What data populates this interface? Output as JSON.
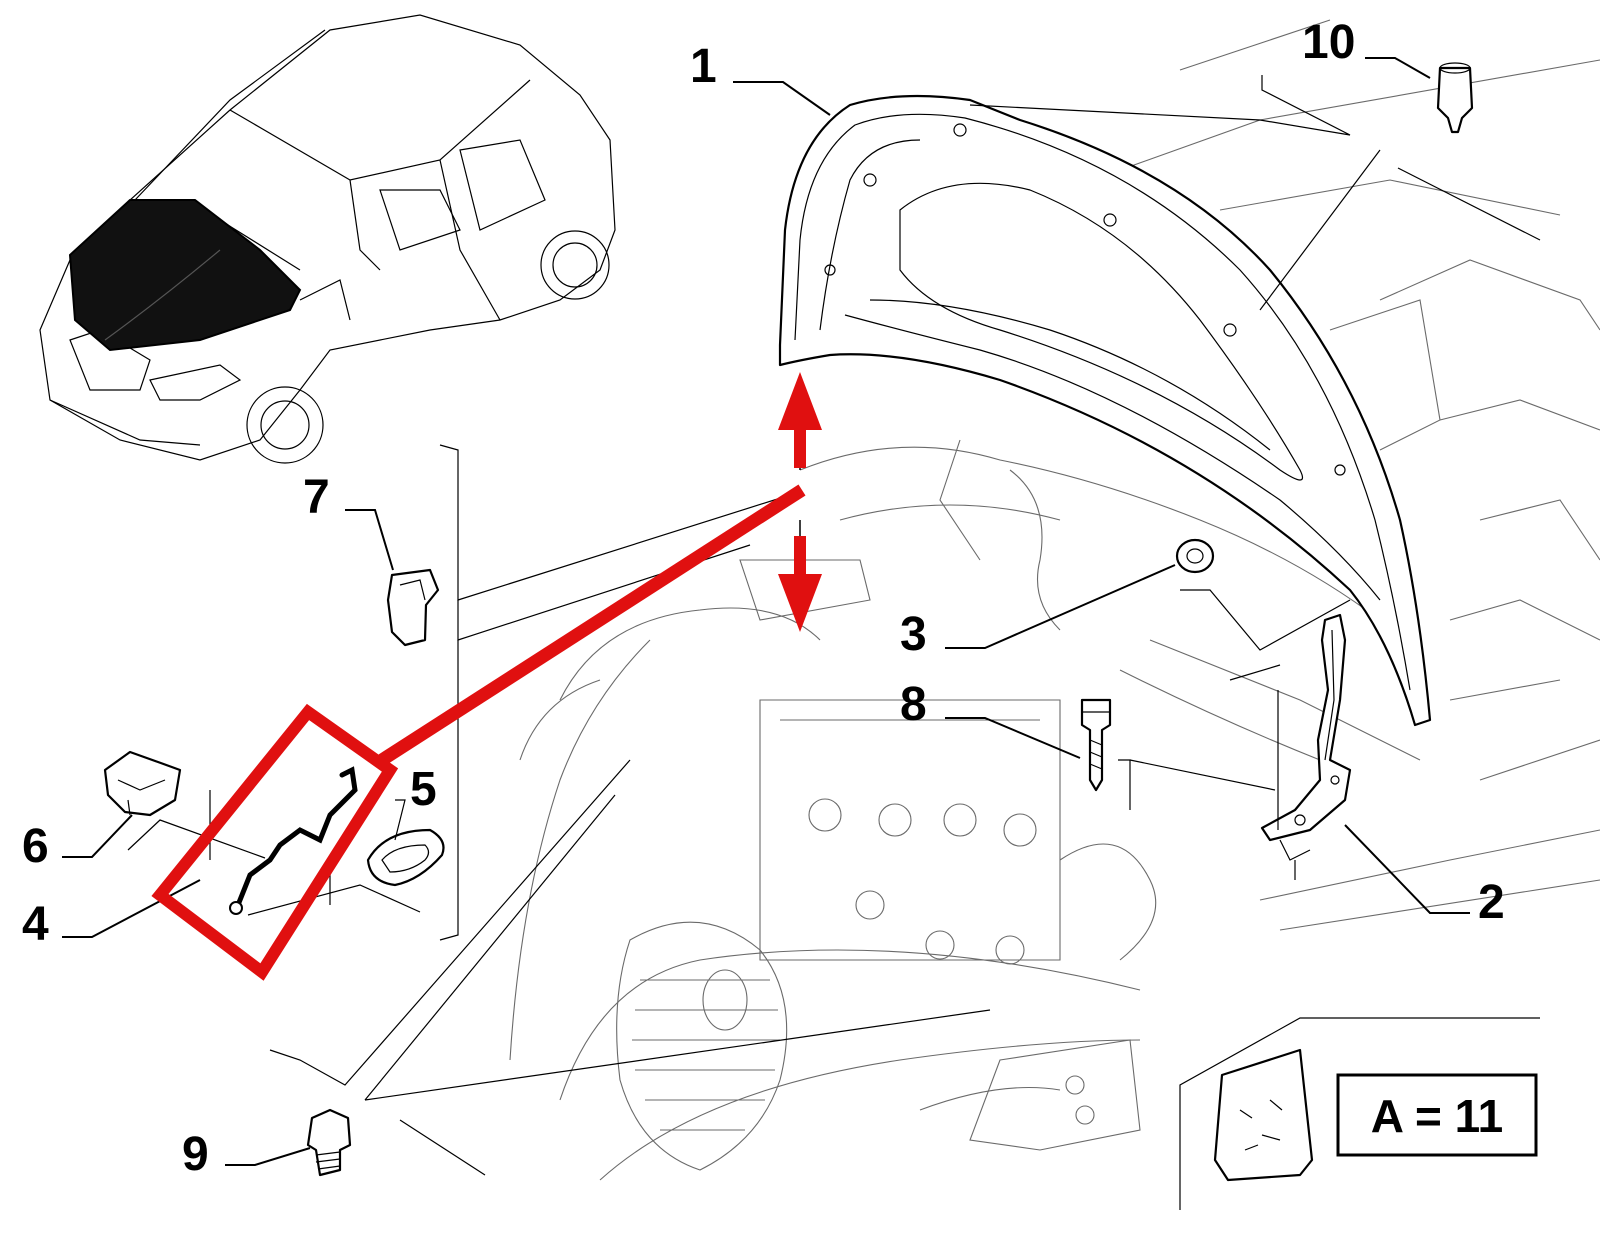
{
  "callouts": {
    "c1": "1",
    "c2": "2",
    "c3": "3",
    "c4": "4",
    "c5": "5",
    "c6": "6",
    "c7": "7",
    "c8": "8",
    "c9": "9",
    "c10": "10"
  },
  "legend": {
    "kit_text": "A = 11"
  },
  "colors": {
    "highlight": "#e01010",
    "ink": "#000000",
    "sketch": "#6a6a6a",
    "hood_fill": "#111111"
  },
  "icons": [
    "vehicle-overview-icon",
    "hood-panel-icon",
    "hood-hinge-icon",
    "bump-stop-icon",
    "hood-support-rod-icon",
    "rod-grommet-icon",
    "rod-clip-icon",
    "rod-holder-icon",
    "bolt-icon",
    "adjustable-stop-icon",
    "rubber-buffer-icon",
    "hardware-kit-bag-icon",
    "up-down-arrow-icon",
    "highlight-frame-icon"
  ]
}
